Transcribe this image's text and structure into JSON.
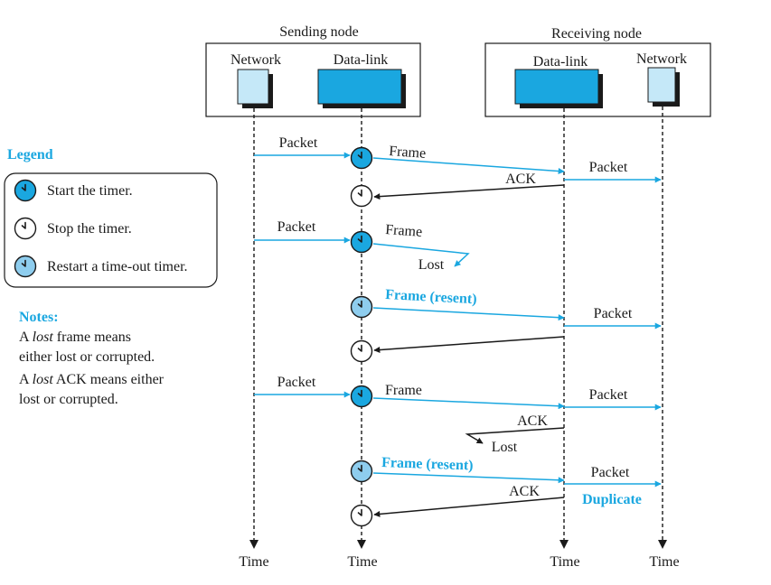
{
  "sending_node": {
    "title": "Sending node",
    "network_label": "Network",
    "datalink_label": "Data-link"
  },
  "receiving_node": {
    "title": "Receiving node",
    "network_label": "Network",
    "datalink_label": "Data-link"
  },
  "time_labels": {
    "sender_network": "Time",
    "sender_datalink": "Time",
    "receiver_datalink": "Time",
    "receiver_network": "Time"
  },
  "legend": {
    "title": "Legend",
    "start_timer": "Start the timer.",
    "stop_timer": "Stop the timer.",
    "restart_timer": "Restart a time-out timer."
  },
  "notes": {
    "title": "Notes:",
    "note1_a": "A ",
    "note1_em": "lost",
    "note1_b": " frame means",
    "note1_line2": "either lost or corrupted.",
    "note2_a": "A ",
    "note2_em": "lost",
    "note2_b": " ACK means either",
    "note2_line2": "lost or corrupted."
  },
  "messages": {
    "packet_1": "Packet",
    "frame_1": "Frame",
    "packet_1_delivered": "Packet",
    "ack_1": "ACK",
    "packet_2": "Packet",
    "frame_2": "Frame",
    "lost_1": "Lost",
    "frame_resent_1": "Frame (resent)",
    "packet_2_delivered": "Packet",
    "packet_3": "Packet",
    "frame_3": "Frame",
    "packet_3_delivered": "Packet",
    "ack_3": "ACK",
    "lost_2": "Lost",
    "frame_resent_2": "Frame (resent)",
    "packet_dup": "Packet",
    "ack_4": "ACK",
    "duplicate": "Duplicate"
  },
  "colors": {
    "accent": "#1aa7e0",
    "light_accent": "#b9e3f7",
    "line": "#1a1a1a"
  }
}
